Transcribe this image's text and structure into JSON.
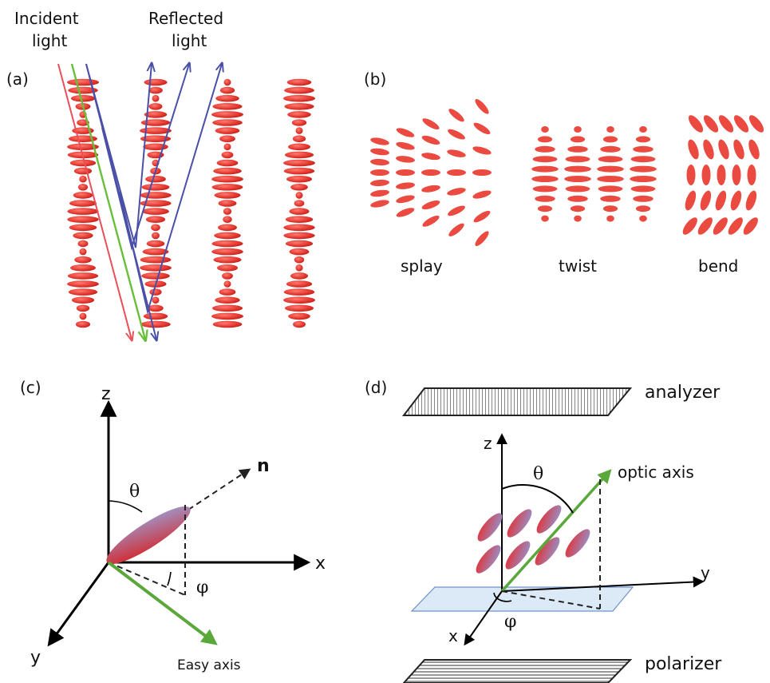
{
  "panel_a": {
    "tag": "(a)",
    "incident_line1": "Incident",
    "incident_line2": "light",
    "reflected_line1": "Reflected",
    "reflected_line2": "light"
  },
  "panel_b": {
    "tag": "(b)",
    "splay": "splay",
    "twist": "twist",
    "bend": "bend"
  },
  "panel_c": {
    "tag": "(c)",
    "z": "z",
    "x": "x",
    "y": "y",
    "n": "n",
    "theta": "θ",
    "phi": "φ",
    "easy_axis": "Easy axis"
  },
  "panel_d": {
    "tag": "(d)",
    "analyzer": "analyzer",
    "polarizer": "polarizer",
    "optic_axis": "optic axis",
    "z": "z",
    "x": "x",
    "y": "y",
    "theta": "θ",
    "phi": "φ"
  },
  "colors": {
    "molecule": "#e8473f",
    "incident_red": "#e8505a",
    "incident_green": "#6abf3a",
    "reflected_blue": "#4a4fa8",
    "easy_axis_green": "#5aa83a"
  }
}
